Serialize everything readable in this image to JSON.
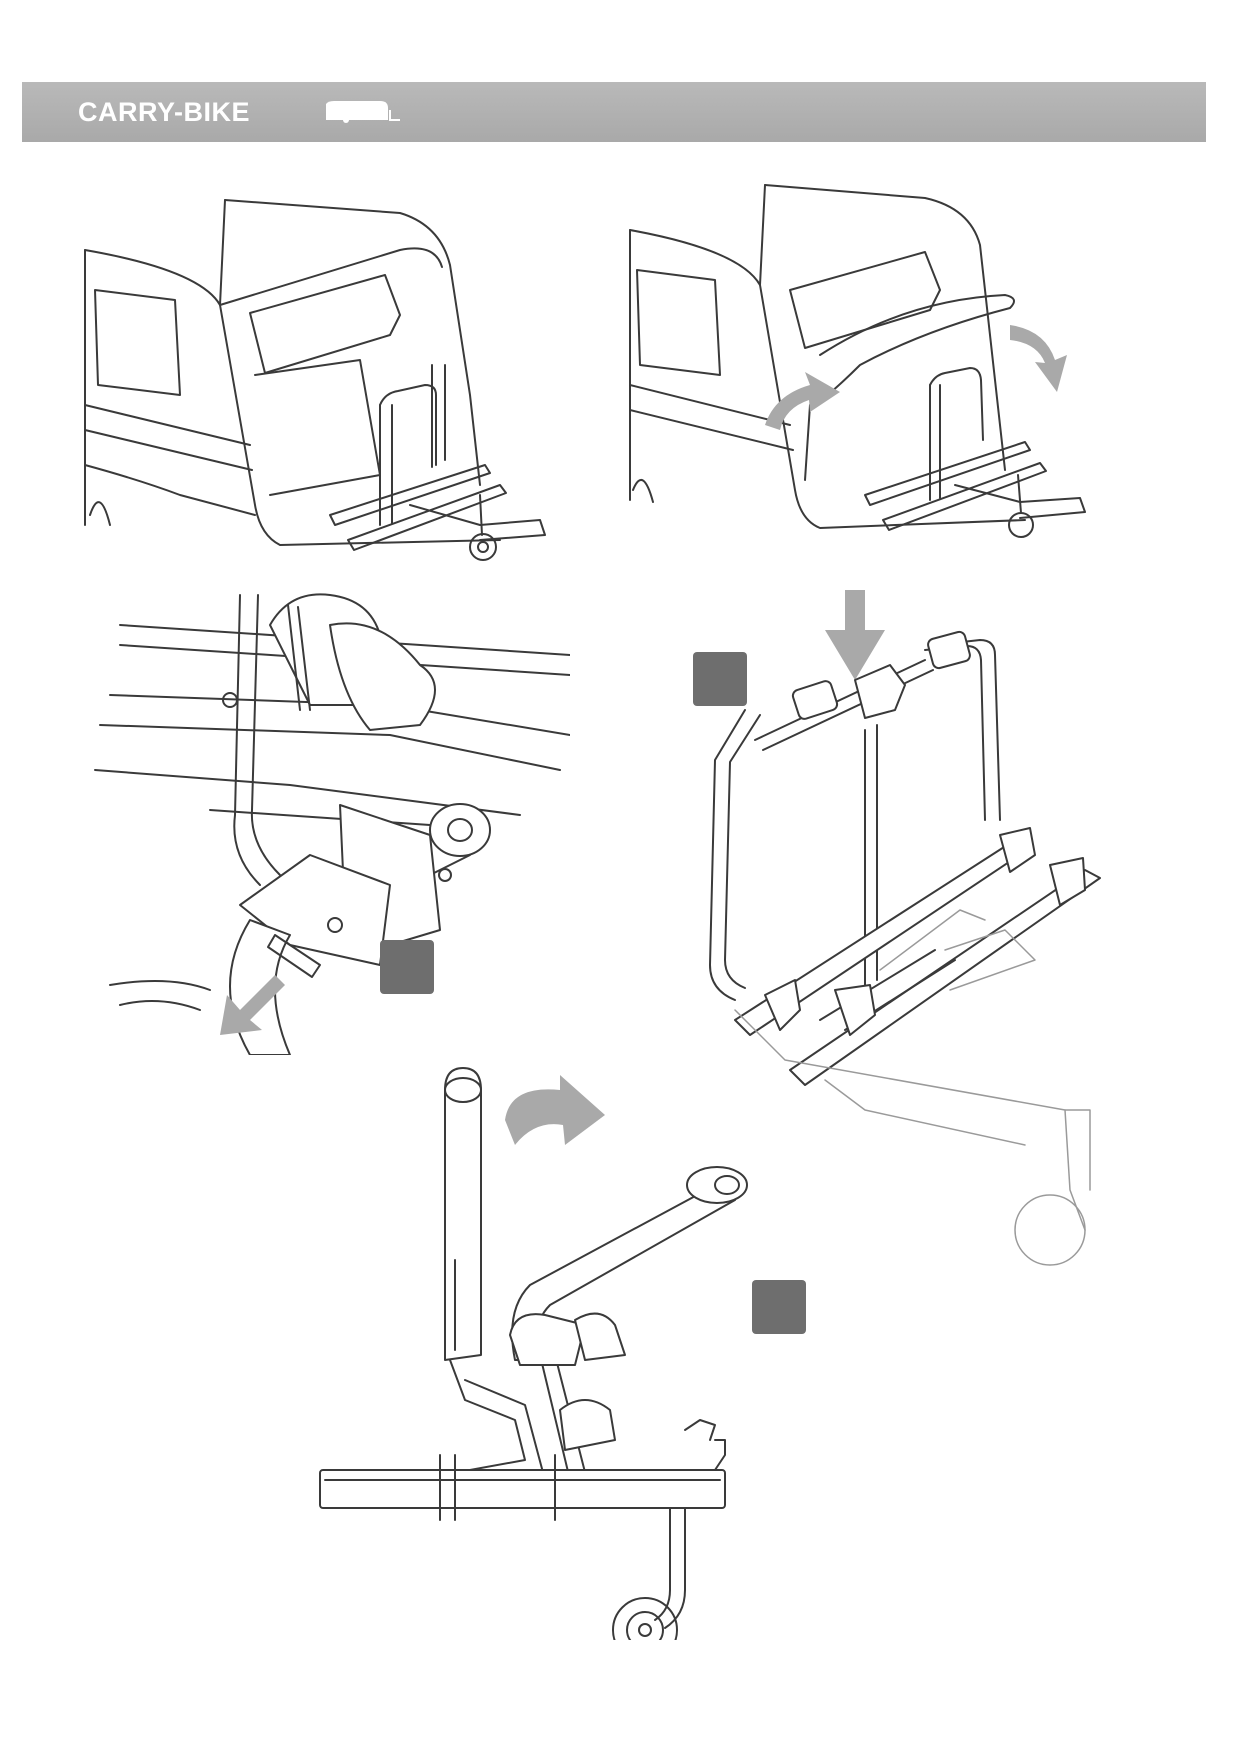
{
  "header": {
    "title": "CARRY-BIKE",
    "icon": "caravan-icon"
  },
  "figures": [
    {
      "id": "figure-caravan-rack-mounted"
    },
    {
      "id": "figure-caravan-rack-tilted"
    },
    {
      "id": "figure-detail-clamp-release"
    },
    {
      "id": "figure-rack-press-down"
    },
    {
      "id": "figure-rack-fold-side-view"
    }
  ],
  "markers": [
    {
      "id": "step-marker-1",
      "color": "#6e6e6e"
    },
    {
      "id": "step-marker-2",
      "color": "#6e6e6e"
    },
    {
      "id": "step-marker-3",
      "color": "#6e6e6e"
    }
  ],
  "colors": {
    "header_bar": "#b0b0b0",
    "header_text": "#ffffff",
    "arrow": "#a9a9a9",
    "line": "#3a3a3a"
  }
}
